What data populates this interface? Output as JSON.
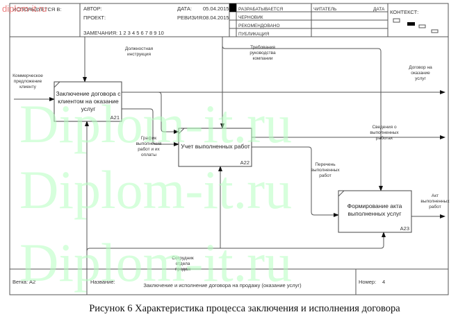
{
  "watermark": {
    "small": "diplom-it.ru",
    "large": "Diplom-it.ru",
    "small_color": "#e86060",
    "large_color": "#b6ffc0"
  },
  "header": {
    "used_in": "ИСПОЛЬЗУЕТСЯ В:",
    "author": "АВТОР:",
    "project": "ПРОЕКТ:",
    "notes": "ЗАМЕЧАНИЯ:  1  2  3  4  5  6  7  8  9  10",
    "date_label": "ДАТА:",
    "date": "05.04.2015",
    "revision_label": "РЕВИЗИЯ:",
    "revision": "08.04.2015",
    "statuses": [
      "РАЗРАБАТЫВАЕТСЯ",
      "ЧЕРНОВИК",
      "РЕКОМЕНДОВАНО",
      "ПУБЛИКАЦИЯ"
    ],
    "reader": "ЧИТАТЕЛЬ",
    "reader_date": "ДАТА",
    "context": "КОНТЕКСТ:"
  },
  "boxes": [
    {
      "id": "A21",
      "lines": [
        "Заключение договора с",
        "клиентом на оказание",
        "услуг"
      ]
    },
    {
      "id": "A22",
      "lines": [
        "Учет выполненных работ"
      ]
    },
    {
      "id": "A23",
      "lines": [
        "Формирование акта",
        "выполненных услуг"
      ]
    }
  ],
  "arrows": {
    "input": [
      "Коммерческое",
      "предложение",
      "клиенту"
    ],
    "control1": [
      "Должностная",
      "инструкция"
    ],
    "control2": [
      "Требования",
      "руководства",
      "компании"
    ],
    "output1": [
      "Договор на",
      "оказание",
      "услуг"
    ],
    "schedule": [
      "График",
      "выполнения",
      "работ и их",
      "оплаты"
    ],
    "output2": [
      "Сведения о",
      "выполненных",
      "работах"
    ],
    "list": [
      "Перечень",
      "выполненных",
      "работ"
    ],
    "output3": [
      "Акт",
      "выполненных",
      "работ"
    ],
    "mechanism": [
      "Сотрудник",
      "отдела",
      "продаж"
    ]
  },
  "footer": {
    "node_label": "Ветка:",
    "node": "А2",
    "title_label": "Название:",
    "title": "Заключение и исполнение договора на продажу (оказание услуг)",
    "number_label": "Номер:",
    "number": "4"
  },
  "caption": "Рисунок 6 Характеристика процесса заключения и исполнения договора"
}
